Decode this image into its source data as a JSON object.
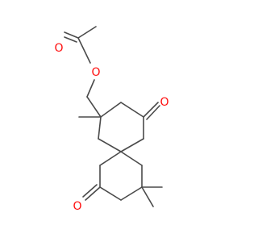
{
  "diagram": {
    "kind": "skeletal-structure",
    "colors": {
      "bond": "#4a4a4a",
      "oxygen": "#ff0d0d",
      "background": "#ffffff"
    },
    "atom_labels": [
      {
        "id": "o-carbonyl-acetate",
        "text": "O"
      },
      {
        "id": "o-ester",
        "text": "O"
      },
      {
        "id": "o-ketone-upper",
        "text": "O"
      },
      {
        "id": "o-ketone-lower",
        "text": "O"
      }
    ]
  }
}
